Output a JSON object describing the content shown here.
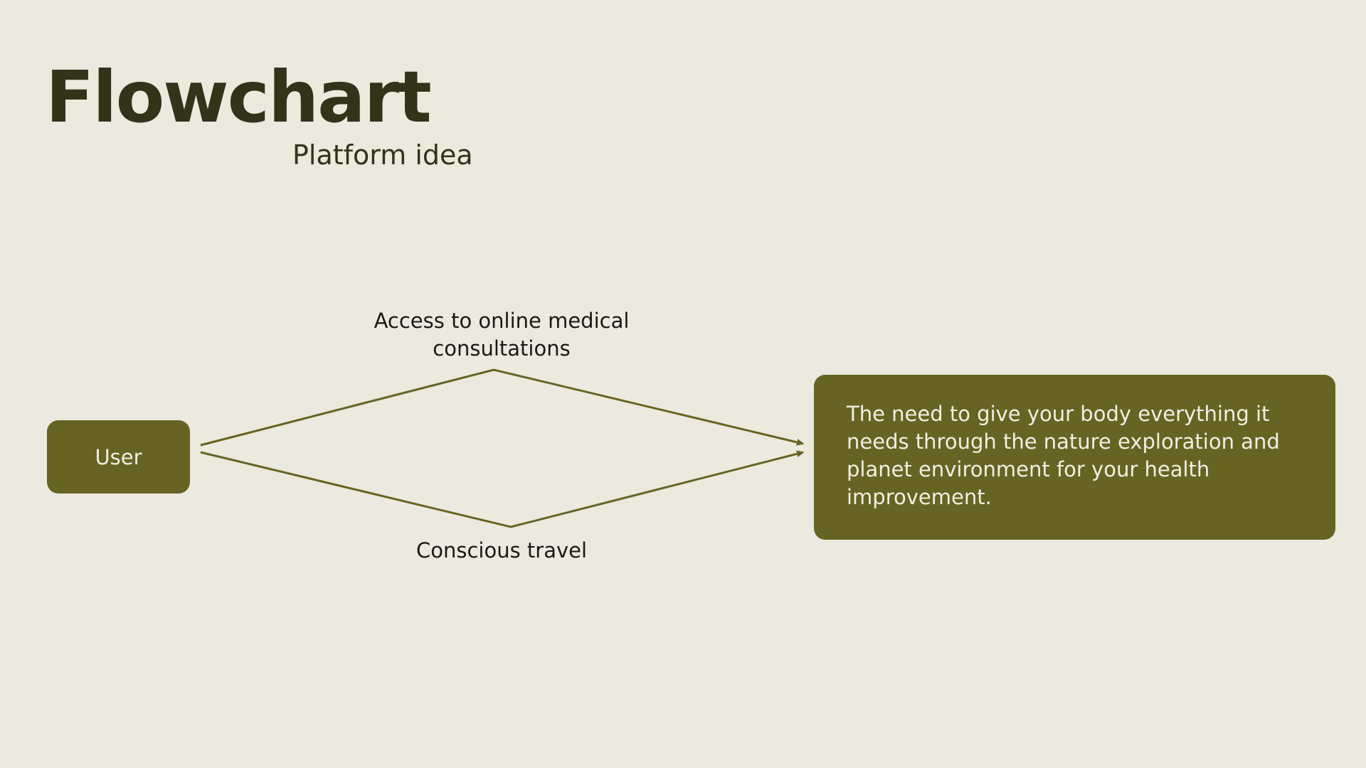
{
  "header": {
    "title": "Flowchart",
    "subtitle": "Platform idea"
  },
  "nodes": {
    "user": "User",
    "outcome": "The need to give your body everything it needs through the nature exploration and planet environment for your health improvement."
  },
  "edges": {
    "upper_label": "Access to online medical consultations",
    "lower_label": "Conscious travel"
  },
  "colors": {
    "background": "#ECE9DF",
    "accent": "#676423",
    "title": "#33331A"
  }
}
